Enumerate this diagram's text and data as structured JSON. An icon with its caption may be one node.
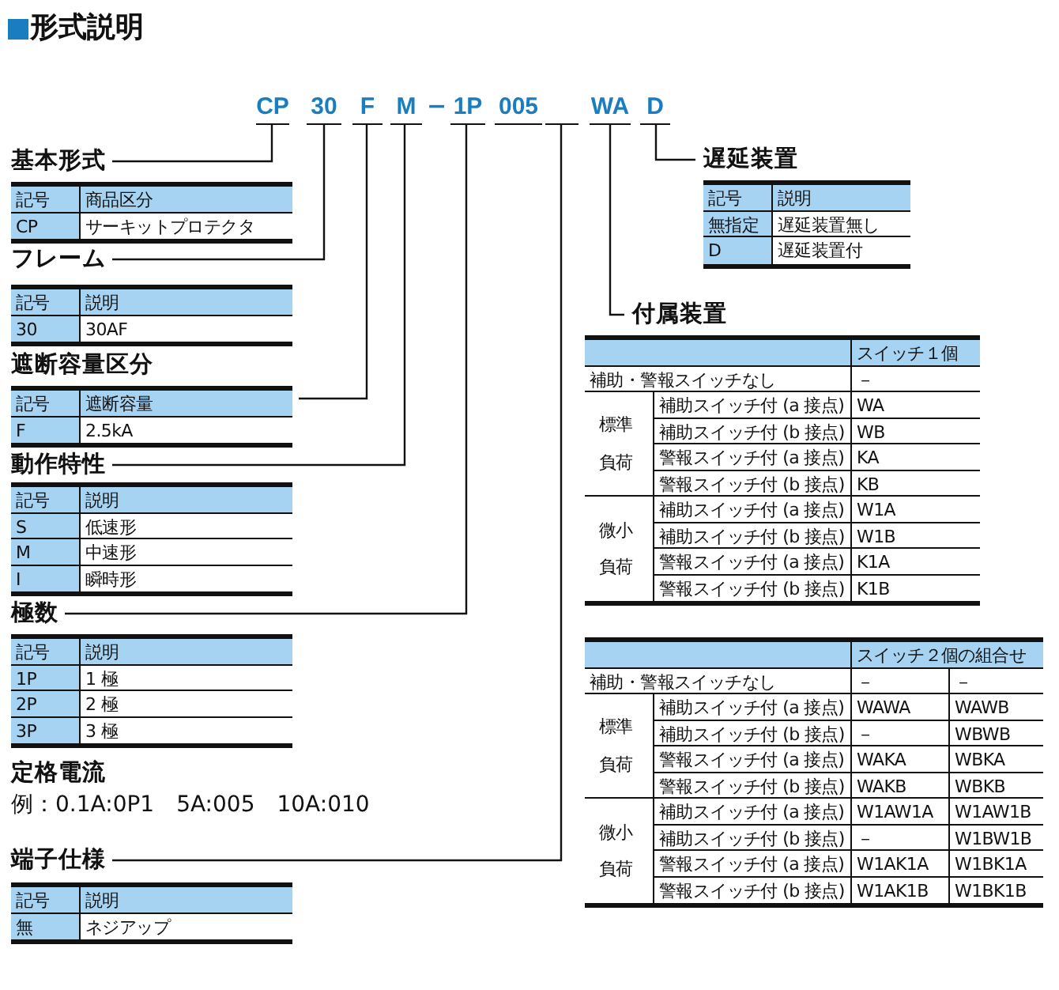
{
  "diagram": {
    "title": "形式説明",
    "nodes": [
      {
        "text": [
          "CP"
        ]
      },
      {
        "text": [
          "30"
        ]
      },
      {
        "text": [
          "F"
        ]
      },
      {
        "text": [
          "M"
        ]
      },
      {
        "text": [
          "1P"
        ]
      },
      {
        "text": [
          "005"
        ]
      },
      {
        "text": [],
        "shape": "bar"
      },
      {
        "text": [
          "WA"
        ]
      },
      {
        "text": [
          "D"
        ]
      },
      {
        "text": [
          "基本形式"
        ]
      },
      {
        "text": [
          "記号",
          "商品区分",
          "CP",
          "サーキットプロテクタ"
        ]
      },
      {
        "text": [
          "フレーム"
        ]
      },
      {
        "text": [
          "記号",
          "説明",
          "30",
          "30AF"
        ]
      },
      {
        "text": [
          "遮断容量区分"
        ]
      },
      {
        "text": [
          "記号",
          "遮断容量",
          "F",
          "2.5kA"
        ]
      },
      {
        "text": [
          "動作特性"
        ]
      },
      {
        "text": [
          "記号",
          "説明",
          "S",
          "低速形",
          "M",
          "中速形",
          "I",
          "瞬時形"
        ]
      },
      {
        "text": [
          "極数"
        ]
      },
      {
        "text": [
          "記号",
          "説明",
          "1P",
          "1 極",
          "2P",
          "2 極",
          "3P",
          "3 極"
        ]
      },
      {
        "text": [
          "端子仕様"
        ]
      },
      {
        "text": [
          "記号",
          "説明",
          "無",
          "ネジアップ"
        ]
      },
      {
        "text": [
          "遅延装置"
        ]
      },
      {
        "text": [
          "記号",
          "説明",
          "無指定",
          "遅延装置無し",
          "D",
          "遅延装置付"
        ]
      },
      {
        "text": [
          "付属装置"
        ]
      },
      {
        "text": [
          "スイッチ１個",
          "補助・警報スイッチなし",
          "－",
          "標準負荷",
          "補助スイッチ付 (a 接点)",
          "WA",
          "補助スイッチ付 (b 接点)",
          "WB",
          "警報スイッチ付 (a 接点)",
          "KA",
          "警報スイッチ付 (b 接点)",
          "KB",
          "微小負荷",
          "補助スイッチ付 (a 接点)",
          "W1A",
          "補助スイッチ付 (b 接点)",
          "W1B",
          "警報スイッチ付 (a 接点)",
          "K1A",
          "警報スイッチ付 (b 接点)",
          "K1B"
        ]
      },
      {
        "text": [
          "スイッチ２個の組合せ",
          "補助・警報スイッチなし",
          "－",
          "－",
          "標準負荷",
          "補助スイッチ付 (a 接点)",
          "WAWA",
          "WAWB",
          "補助スイッチ付 (b 接点)",
          "－",
          "WBWB",
          "警報スイッチ付 (a 接点)",
          "WAKA",
          "WBKA",
          "警報スイッチ付 (b 接点)",
          "WAKB",
          "WBKB",
          "微小負荷",
          "補助スイッチ付 (a 接点)",
          "W1AW1A",
          "W1AW1B",
          "補助スイッチ付 (b 接点)",
          "－",
          "W1BW1B",
          "警報スイッチ付 (a 接点)",
          "W1AK1A",
          "W1BK1A",
          "警報スイッチ付 (b 接点)",
          "W1AK1B",
          "W1BK1B"
        ]
      }
    ],
    "edges": [
      {
        "from": 0,
        "to": 9,
        "arrow": "none"
      },
      {
        "from": 1,
        "to": 11,
        "arrow": "none"
      },
      {
        "from": 2,
        "to": 14,
        "arrow": "none"
      },
      {
        "from": 3,
        "to": 15,
        "arrow": "none"
      },
      {
        "from": 4,
        "to": 17,
        "arrow": "none"
      },
      {
        "from": 6,
        "to": 19,
        "arrow": "none"
      },
      {
        "from": 8,
        "to": 21,
        "arrow": "none"
      },
      {
        "from": 7,
        "to": 23,
        "arrow": "none"
      }
    ],
    "labels": [
      "−",
      "定格電流",
      "例：0.1A:0P1　5A:005　10A:010"
    ]
  }
}
